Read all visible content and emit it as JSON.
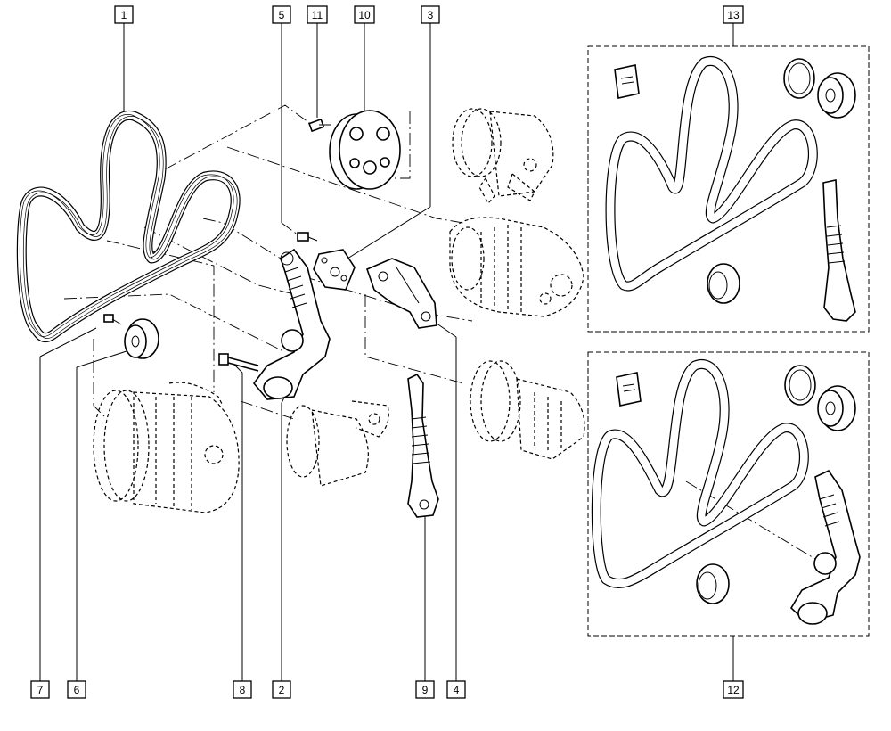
{
  "callouts": [
    {
      "id": "c1",
      "label": "1"
    },
    {
      "id": "c5",
      "label": "5"
    },
    {
      "id": "c11",
      "label": "11"
    },
    {
      "id": "c10",
      "label": "10"
    },
    {
      "id": "c3",
      "label": "3"
    },
    {
      "id": "c13",
      "label": "13"
    },
    {
      "id": "c7",
      "label": "7"
    },
    {
      "id": "c6",
      "label": "6"
    },
    {
      "id": "c8",
      "label": "8"
    },
    {
      "id": "c2",
      "label": "2"
    },
    {
      "id": "c9",
      "label": "9"
    },
    {
      "id": "c4",
      "label": "4"
    },
    {
      "id": "c12",
      "label": "12"
    }
  ]
}
